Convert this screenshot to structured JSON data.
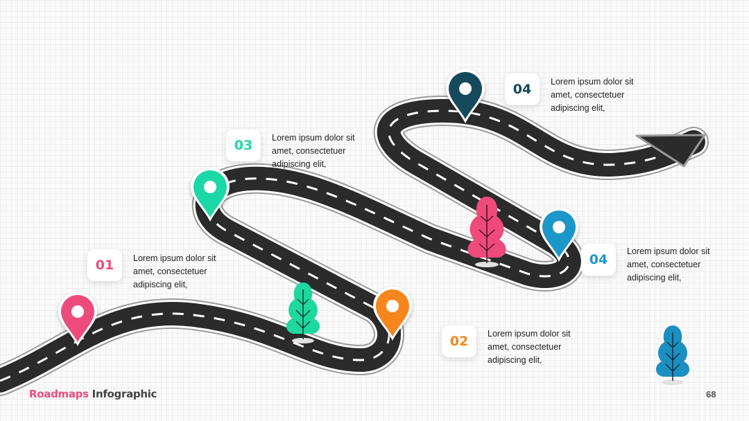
{
  "colors": {
    "road": "#2b2b2b",
    "road_edge": "#9a9a9a",
    "lane": "#ffffff",
    "pink": "#ee4b7c",
    "orange": "#f6861f",
    "teal": "#1ed8a6",
    "blue": "#1b97c9",
    "navy": "#12495c",
    "tree_green": "#1ed8a0",
    "tree_pink": "#ee4b7c",
    "tree_blue": "#1b8fc0"
  },
  "steps": [
    {
      "number": "01",
      "text": "Lorem ipsum dolor sit amet, consectetuer adipiscing elit,",
      "color": "#ee4b7c"
    },
    {
      "number": "02",
      "text": "Lorem ipsum dolor sit amet, consectetuer adipiscing elit,",
      "color": "#f6861f"
    },
    {
      "number": "03",
      "text": "Lorem ipsum dolor sit amet, consectetuer adipiscing elit,",
      "color": "#1ed8a6"
    },
    {
      "number": "04",
      "text": "Lorem ipsum dolor sit amet, consectetuer adipiscing elit,",
      "color": "#1b97c9"
    },
    {
      "number": "04",
      "text": "Lorem ipsum dolor sit amet, consectetuer adipiscing elit,",
      "color": "#12495c"
    }
  ],
  "footer": {
    "title_part1": "Roadmaps",
    "title_part2": " Infographic",
    "title_color1": "#ee4b7c",
    "title_color2": "#444444",
    "page_number": "68"
  }
}
